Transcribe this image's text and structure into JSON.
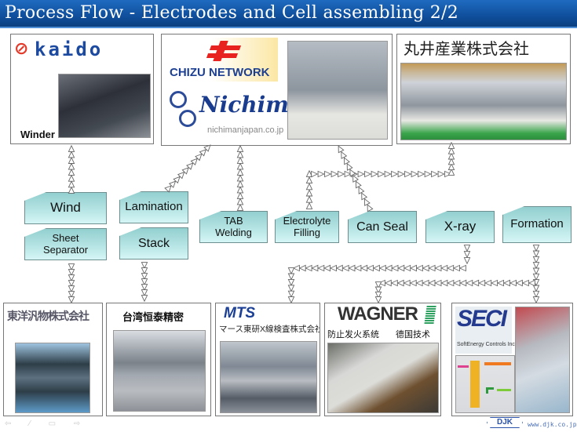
{
  "title": "Process Flow - Electrodes and Cell assembling 2/2",
  "top_panels": [
    {
      "id": "kaido",
      "logo": "kaido",
      "caption": "Winder"
    },
    {
      "id": "chizu-nichiman",
      "logos": [
        "CHIZU NETWORK",
        "Nichiman"
      ],
      "url": "nichimanjapan.co.jp"
    },
    {
      "id": "marui",
      "logo": "丸井産業株式会社"
    }
  ],
  "steps": {
    "wind": "Wind",
    "sheet_separator_1": "Sheet",
    "sheet_separator_2": "Separator",
    "lamination": "Lamination",
    "stack": "Stack",
    "tab_welding_1": "TAB",
    "tab_welding_2": "Welding",
    "electrolyte_1": "Electrolyte",
    "electrolyte_2": "Filling",
    "can_seal": "Can Seal",
    "xray": "X-ray",
    "formation": "Formation"
  },
  "bottom_panels": [
    {
      "id": "toyo",
      "logo": "東洋汎物株式会社"
    },
    {
      "id": "hengtai",
      "logo": "台湾恒泰精密"
    },
    {
      "id": "mts",
      "logo": "MTS",
      "subtitle": "マース東研X線検査株式会社"
    },
    {
      "id": "wagner",
      "logo": "WAGNER",
      "subtitle_1": "防止发火系统",
      "subtitle_2": "德国技术"
    },
    {
      "id": "seci",
      "logo": "SECI",
      "subtitle": "SoftEnergy Controls Inc."
    }
  ],
  "footer": {
    "brand": "DJK",
    "url": "www.djk.co.jp"
  },
  "colors": {
    "title_bg": "#0f4f9c",
    "step_fill": "#b9e6e6",
    "arrow_stroke": "#666666"
  }
}
